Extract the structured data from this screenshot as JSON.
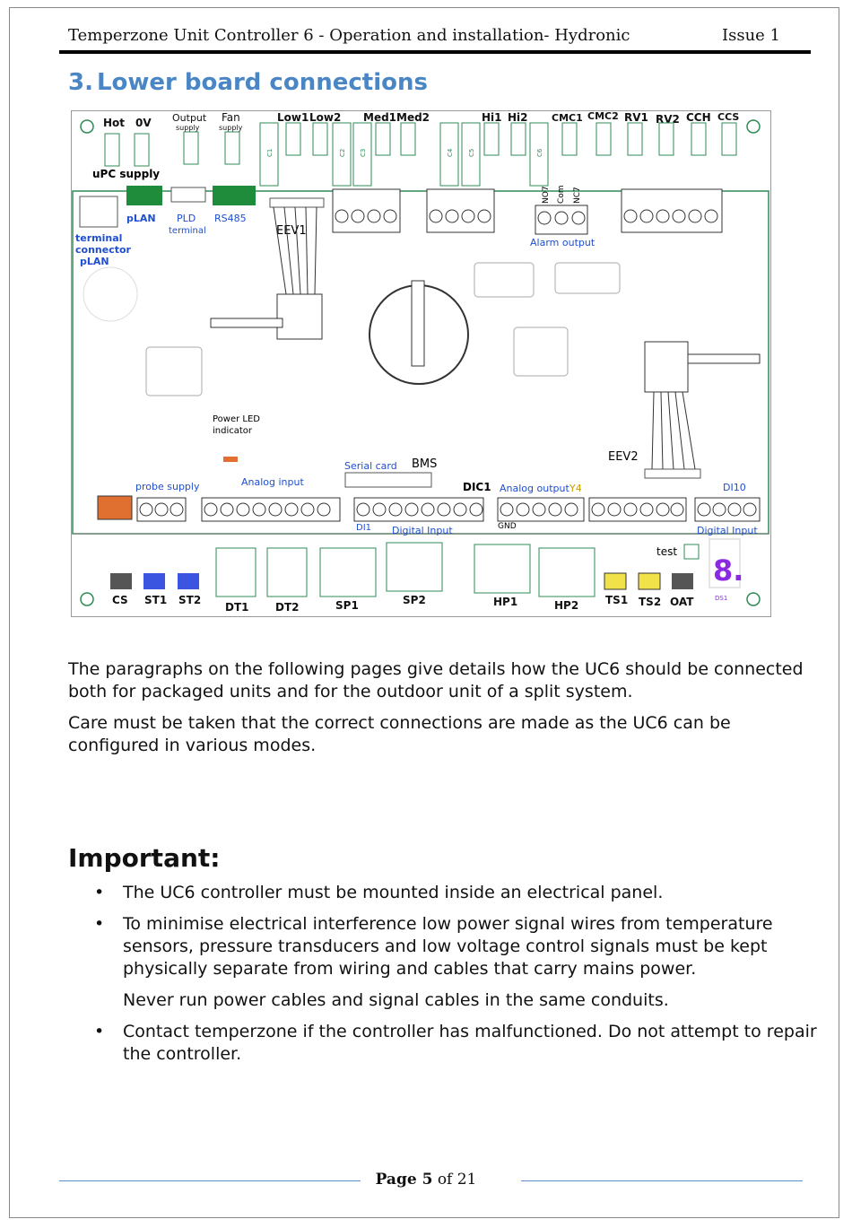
{
  "header": {
    "title": "Temperzone Unit Controller 6 - Operation and installation- Hydronic",
    "issue": "Issue 1"
  },
  "section": {
    "number": "3.",
    "title": "Lower board connections"
  },
  "board": {
    "top_labels": [
      "Hot",
      "0V",
      "Output",
      "supply",
      "Fan",
      "supply",
      "Low1",
      "Low2",
      "Med1",
      "Med2",
      "Hi1",
      "Hi2",
      "CMC1",
      "CMC2",
      "RV1",
      "RV2",
      "CCH",
      "CCS"
    ],
    "relay_labels": [
      "C1",
      "C2",
      "C3",
      "C4",
      "C5",
      "C6"
    ],
    "upc_supply": "uPC supply",
    "plan": "pLAN",
    "pld": "PLD",
    "pld_sub": "terminal",
    "rs485": "RS485",
    "terminal_connector": [
      "terminal",
      "connector",
      "pLAN"
    ],
    "eev1": "EEV1",
    "eev2": "EEV2",
    "alarm_pins": [
      "NO7",
      "Com",
      "NC7"
    ],
    "alarm_output": "Alarm output",
    "power_led": [
      "Power LED",
      "indicator"
    ],
    "serial_card": "Serial card",
    "bms": "BMS",
    "probe_supply": "probe supply",
    "analog_input": "Analog input",
    "dic1": "DIC1",
    "analog_output": "Analog output",
    "y4": "Y4",
    "di10": "DI10",
    "di1": "DI1",
    "digital_input": "Digital Input",
    "gnd": "GND",
    "digital_input_right": "Digital Input",
    "test": "test",
    "bottom_labels": [
      "CS",
      "ST1",
      "ST2",
      "DT1",
      "DT2",
      "SP1",
      "SP2",
      "HP1",
      "HP2",
      "TS1",
      "TS2",
      "OAT"
    ],
    "digit": "8.",
    "ds1": "DS1"
  },
  "paragraphs": [
    "The paragraphs on the following pages give details how the UC6 should be connected both for packaged units and for the outdoor unit of a split system.",
    "Care must be taken that the correct connections are made as the UC6 can be configured in various modes."
  ],
  "important": {
    "heading": "Important:",
    "bullet": "•",
    "items": [
      "The UC6 controller must be mounted inside an electrical panel.",
      "To minimise electrical interference low power signal wires from temperature sensors, pressure transducers and low voltage control signals must be kept physically separate from wiring and cables that carry mains power.",
      "Contact temperzone if the controller has malfunctioned. Do not attempt to repair the controller."
    ],
    "sub_note": "Never run power cables and signal cables in the same conduits."
  },
  "footer": {
    "page_label": "Page 5",
    "of_label": "of 21"
  },
  "colors": {
    "section_blue": "#4a86c5",
    "board_green": "#2e8b57",
    "label_blue": "#1f4fd0",
    "plug_green": "#1e8c3a",
    "st_blue": "#3b55e0",
    "ts_yellow": "#f2e24a",
    "digit_purple": "#8a2be2"
  }
}
